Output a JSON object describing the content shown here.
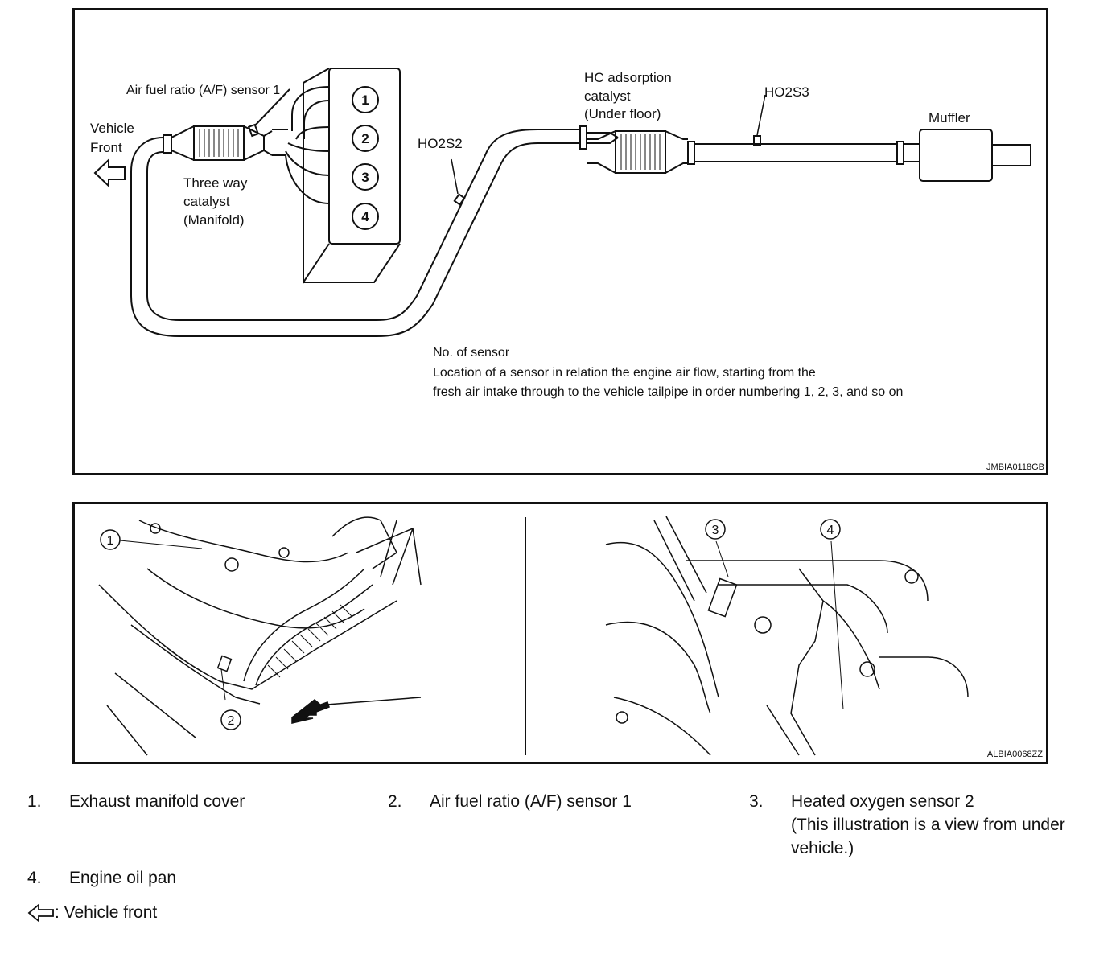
{
  "diagram_top": {
    "labels": {
      "af_sensor_1": "Air fuel ratio (A/F) sensor 1",
      "vehicle_front": [
        "Vehicle",
        "Front"
      ],
      "three_way_catalyst": [
        "Three way",
        "catalyst",
        "(Manifold)"
      ],
      "ho2s2": "HO2S2",
      "hc_catalyst": [
        "HC adsorption",
        "catalyst",
        "(Under floor)"
      ],
      "ho2s3": "HO2S3",
      "muffler": "Muffler",
      "cylinders": [
        "1",
        "2",
        "3",
        "4"
      ]
    },
    "note": {
      "title": "No. of sensor",
      "line1": "Location of a sensor in relation the engine air flow, starting from the",
      "line2": "fresh air intake through to the vehicle tailpipe in order numbering 1, 2, 3, and so on"
    },
    "code": "JMBIA0118GB"
  },
  "diagram_bottom": {
    "callouts": [
      "1",
      "2",
      "3",
      "4"
    ],
    "code": "ALBIA0068ZZ"
  },
  "legend": [
    {
      "num": "1.",
      "text": "Exhaust manifold cover"
    },
    {
      "num": "2.",
      "text": "Air fuel ratio (A/F) sensor 1"
    },
    {
      "num": "3.",
      "text": "Heated oxygen sensor 2",
      "line2": "(This illustration is a view from under",
      "line3": "vehicle.)"
    },
    {
      "num": "4.",
      "text": "Engine oil pan"
    }
  ],
  "vehicle_front_legend": ": Vehicle front"
}
